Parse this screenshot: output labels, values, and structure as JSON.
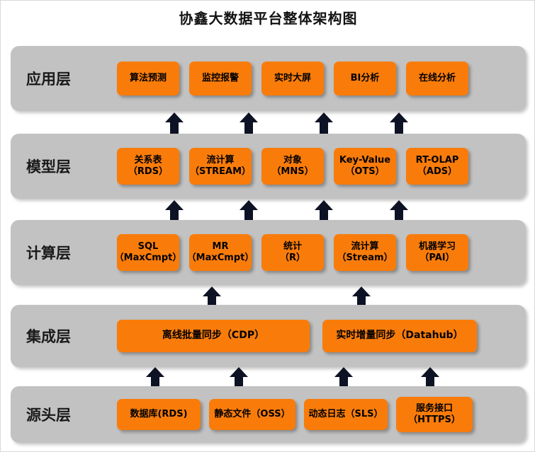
{
  "title": "协鑫大数据平台整体架构图",
  "colors": {
    "band": "#c2c2c2",
    "node": "#f97c0b",
    "arrow": "#0d1324",
    "page_background": "#ffffff",
    "text": "#000000"
  },
  "layers": [
    {
      "id": "application",
      "label": "应用层",
      "nodes": [
        {
          "name": "algorithm-prediction",
          "lines": [
            "算法预测"
          ]
        },
        {
          "name": "monitoring-alarm",
          "lines": [
            "监控报警"
          ]
        },
        {
          "name": "realtime-dashboard",
          "lines": [
            "实时大屏"
          ]
        },
        {
          "name": "bi-analysis",
          "lines": [
            "BI分析"
          ]
        },
        {
          "name": "online-analysis",
          "lines": [
            "在线分析"
          ]
        }
      ]
    },
    {
      "id": "model",
      "label": "模型层",
      "nodes": [
        {
          "name": "relational-table-rds",
          "lines": [
            "关系表",
            "（RDS）"
          ]
        },
        {
          "name": "stream-compute",
          "lines": [
            "流计算",
            "（STREAM）"
          ]
        },
        {
          "name": "object-mns",
          "lines": [
            "对象",
            "（MNS）"
          ]
        },
        {
          "name": "key-value-ots",
          "lines": [
            "Key-Value",
            "（OTS）"
          ]
        },
        {
          "name": "rt-olap-ads",
          "lines": [
            "RT-OLAP",
            "（ADS）"
          ]
        }
      ]
    },
    {
      "id": "compute",
      "label": "计算层",
      "nodes": [
        {
          "name": "sql-maxcmpt",
          "lines": [
            "SQL",
            "（MaxCmpt）"
          ]
        },
        {
          "name": "mr-maxcmpt",
          "lines": [
            "MR",
            "（MaxCmpt）"
          ]
        },
        {
          "name": "statistics-r",
          "lines": [
            "统计",
            "（R）"
          ]
        },
        {
          "name": "stream-compute-stream",
          "lines": [
            "流计算",
            "（Stream）"
          ]
        },
        {
          "name": "machine-learning-pai",
          "lines": [
            "机器学习",
            "（PAI）"
          ]
        }
      ]
    },
    {
      "id": "integration",
      "label": "集成层",
      "nodes": [
        {
          "name": "offline-batch-sync-cdp",
          "lines": [
            "离线批量同步（CDP）"
          ]
        },
        {
          "name": "realtime-incremental-sync-datahub",
          "lines": [
            "实时增量同步（Datahub）"
          ]
        }
      ]
    },
    {
      "id": "source",
      "label": "源头层",
      "nodes": [
        {
          "name": "database-rds",
          "lines": [
            "数据库(RDS)"
          ]
        },
        {
          "name": "static-file-oss",
          "lines": [
            "静态文件（OSS）"
          ]
        },
        {
          "name": "dynamic-log-sls",
          "lines": [
            "动态日志（SLS）"
          ]
        },
        {
          "name": "service-interface-https",
          "lines": [
            "服务接口",
            "（HTTPS）"
          ]
        }
      ]
    }
  ],
  "arrow_groups": [
    {
      "id": "model-to-application",
      "count": 4
    },
    {
      "id": "compute-to-model",
      "count": 4
    },
    {
      "id": "integration-to-compute",
      "count": 2
    },
    {
      "id": "source-to-integration",
      "count": 4
    }
  ]
}
